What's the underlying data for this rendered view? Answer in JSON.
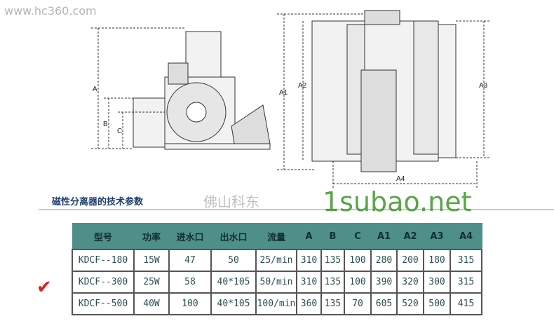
{
  "drawing": {
    "left_labels": {
      "a": "A",
      "b": "B",
      "c": "C"
    },
    "right_labels": {
      "a1": "A1",
      "a2": "A2",
      "a3": "A3",
      "a4": "A4"
    }
  },
  "section_title": "磁性分离器的技术参数",
  "table": {
    "headers": [
      "型号",
      "功率",
      "进水口",
      "出水口",
      "流量",
      "A",
      "B",
      "C",
      "A1",
      "A2",
      "A3",
      "A4"
    ],
    "rows": [
      [
        "KDCF--180",
        "15W",
        "47",
        "50",
        "25/min",
        "310",
        "135",
        "100",
        "280",
        "200",
        "180",
        "315"
      ],
      [
        "KDCF--300",
        "25W",
        "58",
        "40*105",
        "50/min",
        "310",
        "135",
        "100",
        "390",
        "320",
        "300",
        "315"
      ],
      [
        "KDCF--500",
        "40W",
        "100",
        "40*105",
        "100/min",
        "360",
        "135",
        "70",
        "605",
        "520",
        "500",
        "415"
      ]
    ]
  },
  "selected_mark": "✔",
  "watermarks": {
    "site": "1subao.net",
    "company": "佛山科东",
    "url": "www.hc360.com"
  },
  "colors": {
    "header_bg": "#4f8f8a",
    "check": "#e02020"
  }
}
